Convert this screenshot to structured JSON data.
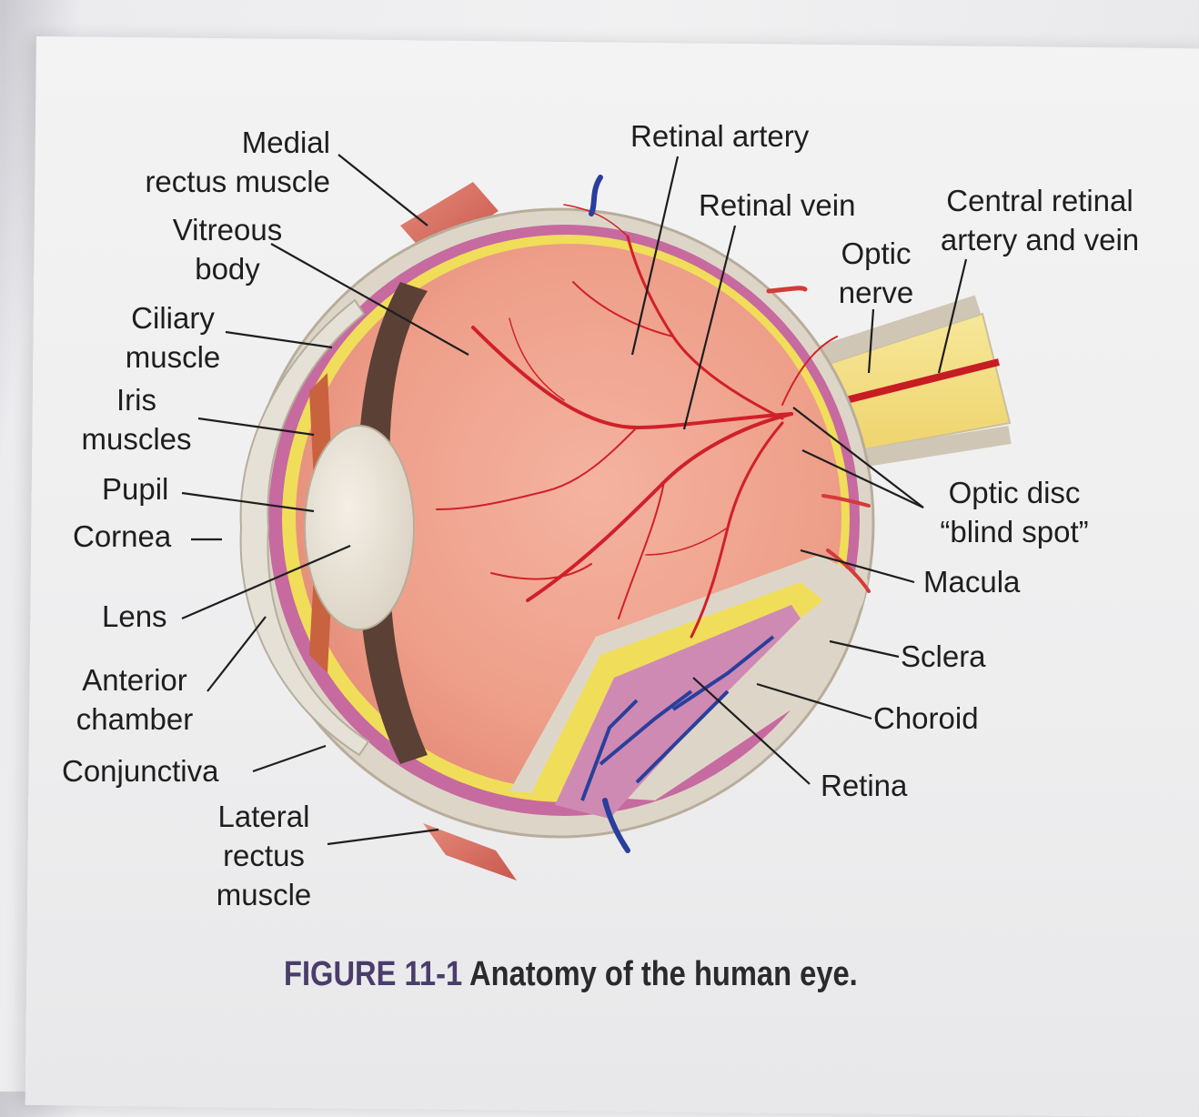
{
  "figure": {
    "caption_label": "FIGURE 11-1",
    "caption_text": "Anatomy of the human eye."
  },
  "labels": {
    "medial_rectus_muscle": "Medial\nrectus muscle",
    "vitreous_body": "Vitreous\nbody",
    "ciliary_muscle": "Ciliary\nmuscle",
    "iris_muscles": "Iris\nmuscles",
    "pupil": "Pupil",
    "cornea": "Cornea",
    "lens": "Lens",
    "anterior_chamber": "Anterior\nchamber",
    "conjunctiva": "Conjunctiva",
    "lateral_rectus_muscle": "Lateral\nrectus\nmuscle",
    "retinal_artery": "Retinal artery",
    "retinal_vein": "Retinal vein",
    "central_retinal_artery_and_vein": "Central retinal\nartery and vein",
    "optic_nerve": "Optic\nnerve",
    "optic_disc": "Optic disc\n“blind spot”",
    "macula": "Macula",
    "sclera": "Sclera",
    "choroid": "Choroid",
    "retina": "Retina"
  },
  "colors": {
    "vitreous": "#f0a592",
    "vessel": "#d0202a",
    "sclera": "#ddd6c8",
    "retina_layer": "#f0dd5a",
    "choroid": "#7a4a8a",
    "caption_label": "#4a3d6b"
  }
}
